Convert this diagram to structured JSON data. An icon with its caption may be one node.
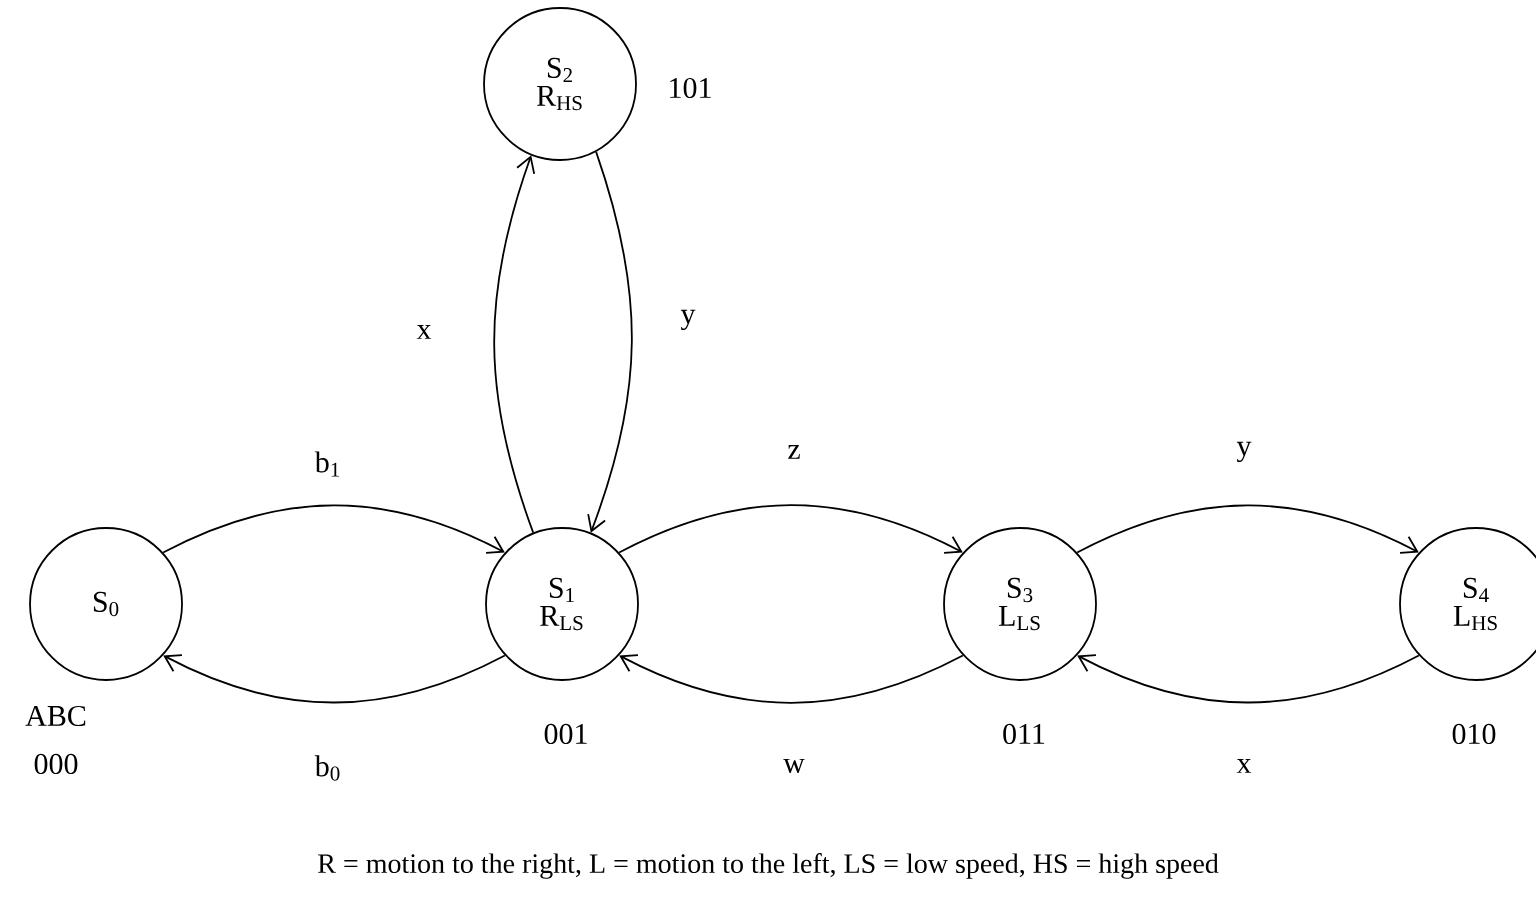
{
  "diagram": {
    "caption": "R = motion to the right, L = motion to the left, LS = low speed, HS = high speed",
    "nodes": [
      {
        "text": [
          "S$_{0}$"
        ],
        "beside": [
          "ABC",
          "000"
        ]
      },
      {
        "text": [
          "S$_{1}$",
          "R$_{LS}$"
        ],
        "beside": [
          "001"
        ]
      },
      {
        "text": [
          "S$_{2}$",
          "R$_{HS}$"
        ],
        "beside": [
          "101"
        ]
      },
      {
        "text": [
          "S$_{3}$",
          "L$_{LS}$"
        ],
        "beside": [
          "011"
        ]
      },
      {
        "text": [
          "S$_{4}$",
          "L$_{HS}$"
        ],
        "beside": [
          "010"
        ]
      }
    ],
    "edges": [
      {
        "from": 0,
        "to": 1,
        "arrow": "to",
        "label": "b$_{1}$"
      },
      {
        "from": 1,
        "to": 0,
        "arrow": "to",
        "label": "b$_{0}$"
      },
      {
        "from": 1,
        "to": 2,
        "arrow": "to",
        "label": "x"
      },
      {
        "from": 2,
        "to": 1,
        "arrow": "to",
        "label": "y"
      },
      {
        "from": 1,
        "to": 3,
        "arrow": "to",
        "label": "z"
      },
      {
        "from": 3,
        "to": 1,
        "arrow": "to",
        "label": "w"
      },
      {
        "from": 3,
        "to": 4,
        "arrow": "to",
        "label": "y"
      },
      {
        "from": 4,
        "to": 3,
        "arrow": "to",
        "label": "x"
      }
    ]
  }
}
